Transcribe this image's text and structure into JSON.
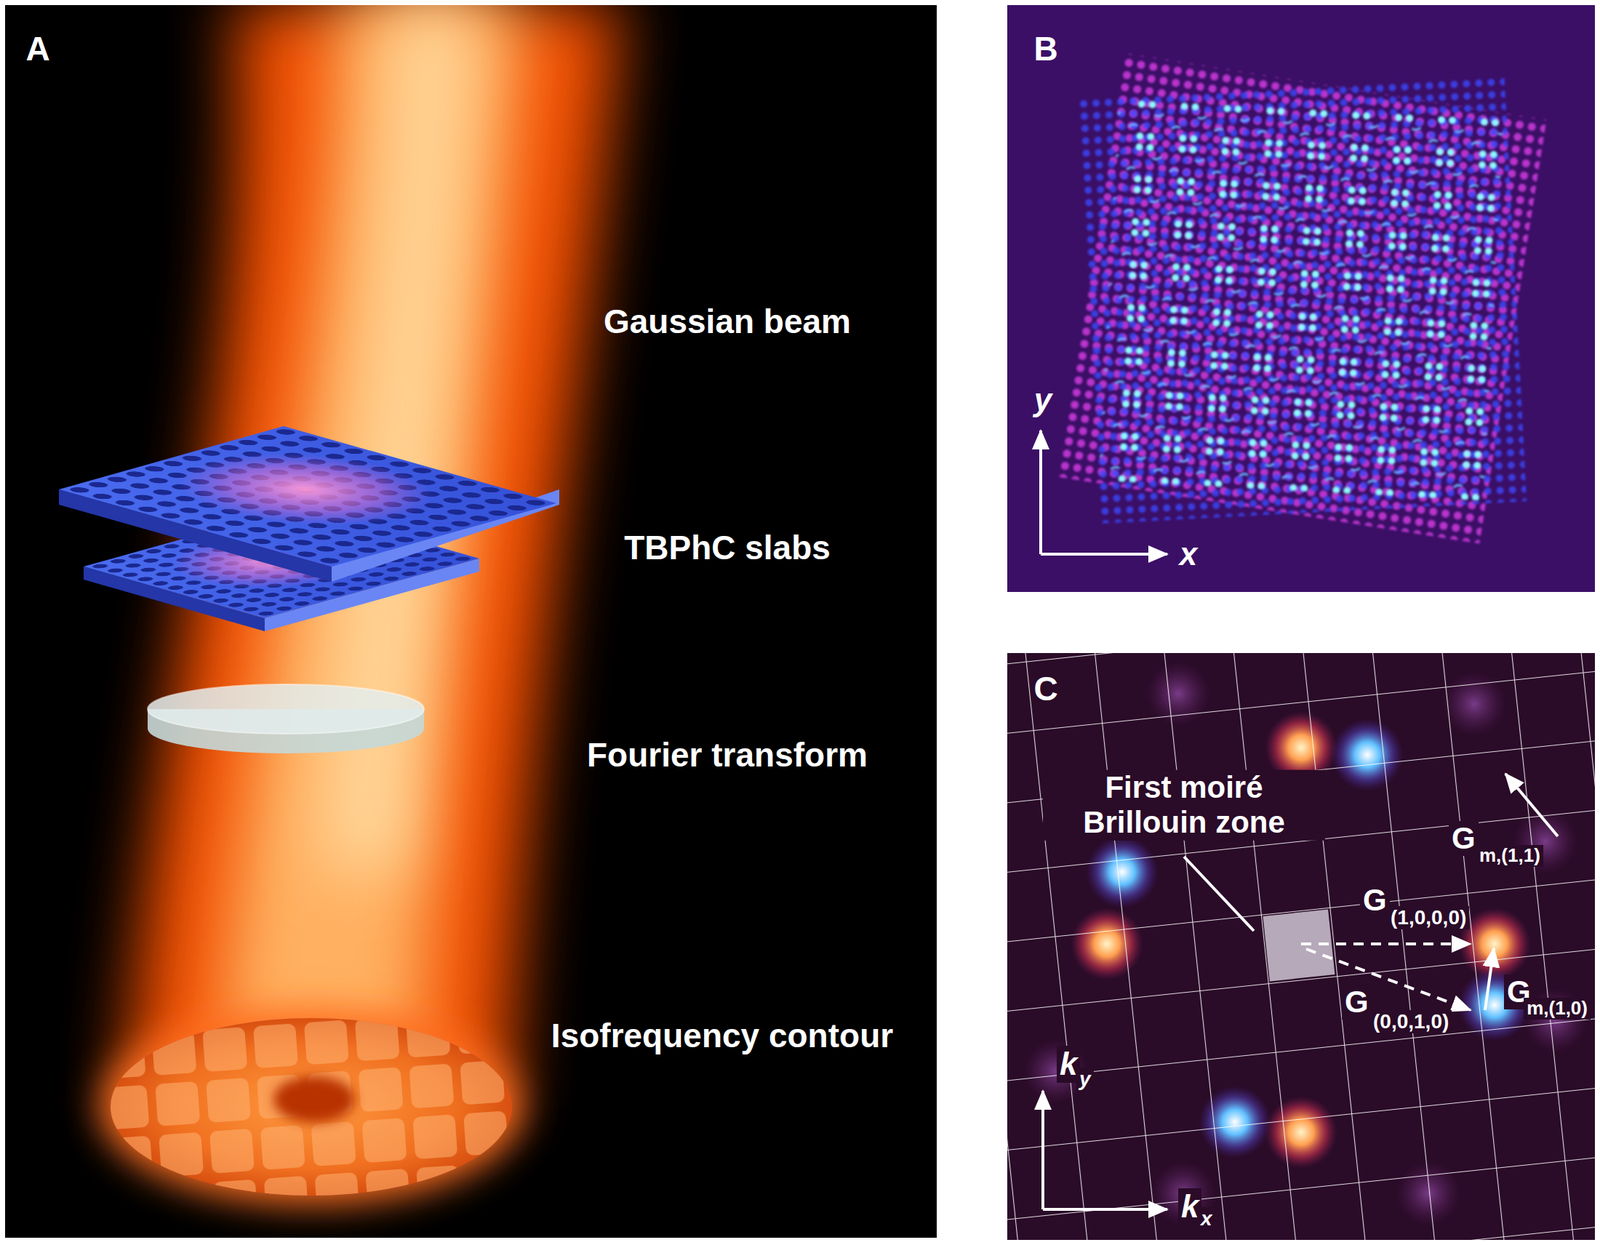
{
  "diagram": {
    "nodes": [
      {
        "text": [
          "A",
          "Gaussian beam",
          "TBPhC slabs",
          "Fourier transform",
          "Isofrequency contour"
        ]
      },
      {
        "text": [
          "B",
          "y",
          "x"
        ]
      },
      {
        "text": [
          "C",
          "First moiré Brillouin zone",
          "G",
          "(1,0,0,0)",
          "G",
          "(0,0,1,0)",
          "G",
          "m,(1,0)",
          "G",
          "m,(1,1)",
          "k",
          "y",
          "k",
          "x"
        ]
      }
    ]
  }
}
